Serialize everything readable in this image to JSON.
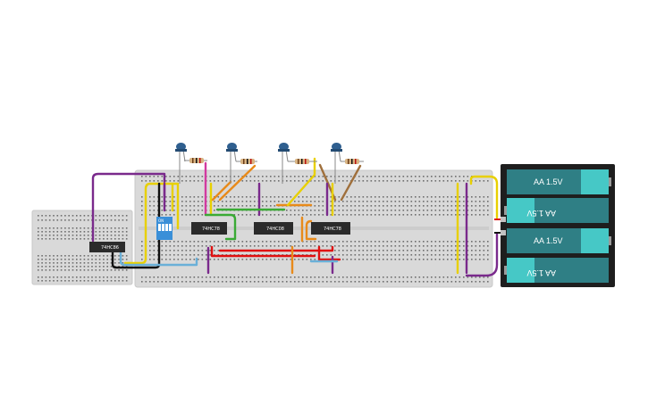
{
  "circuit": {
    "chips": [
      {
        "id": "chip1",
        "label": "74HC86"
      },
      {
        "id": "chip2",
        "label": "74HC78"
      },
      {
        "id": "chip3",
        "label": "74HC08"
      },
      {
        "id": "chip4",
        "label": "74HC78"
      }
    ],
    "dip_switch": {
      "label": "ON"
    },
    "battery_pack": {
      "cells": [
        {
          "label": "AA 1.5V",
          "flipped": false
        },
        {
          "label": "AA 1.5V",
          "flipped": true
        },
        {
          "label": "AA 1.5V",
          "flipped": false
        },
        {
          "label": "AA 1.5V",
          "flipped": true
        }
      ]
    },
    "led_count": 4,
    "colors": {
      "breadboard": "#d9d9d9",
      "chip": "#2b2b2b",
      "battery_body": "#1e1e1e",
      "battery_cell": "#2f7f85",
      "battery_cap": "#46c8c6",
      "dip_switch": "#3a8fd8",
      "led": "#2f5f8f",
      "wire_yellow": "#e8d000",
      "wire_purple": "#7a2a8c",
      "wire_orange": "#e88a1a",
      "wire_green": "#3aaa35",
      "wire_red": "#e01010",
      "wire_brown": "#a0703c",
      "wire_blue": "#6ab0d8",
      "wire_black": "#111111",
      "wire_pink": "#d23aa0"
    }
  }
}
